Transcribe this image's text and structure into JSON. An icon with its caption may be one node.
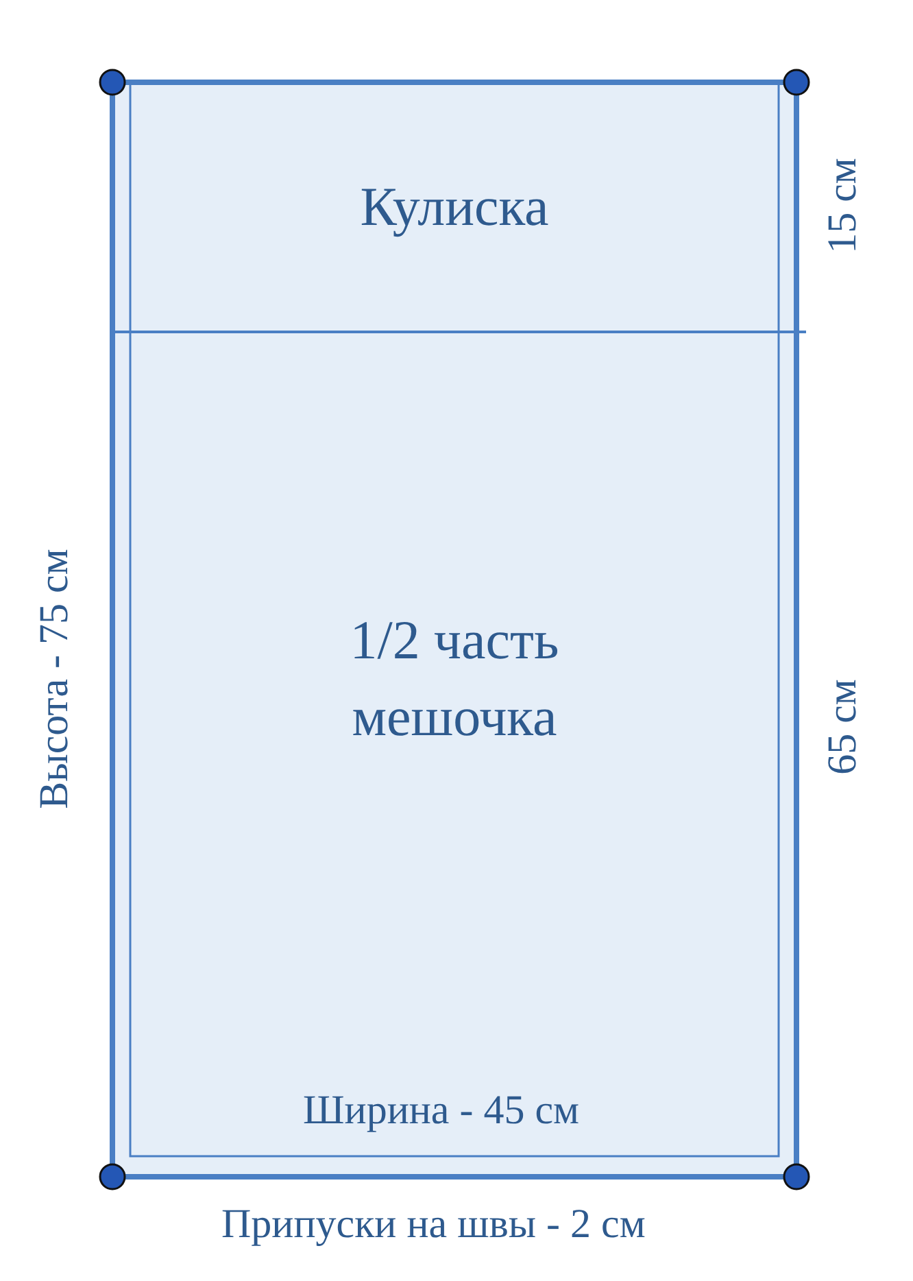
{
  "diagram": {
    "nodes": [
      {
        "text": [
          "Кулиска"
        ]
      },
      {
        "text": [
          "1/2 часть мешочка"
        ]
      }
    ],
    "labels": [
      "15 см",
      "65 см",
      "Высота - 75 см",
      "Ширина - 45 см",
      "Припуски на швы - 2 см"
    ]
  }
}
